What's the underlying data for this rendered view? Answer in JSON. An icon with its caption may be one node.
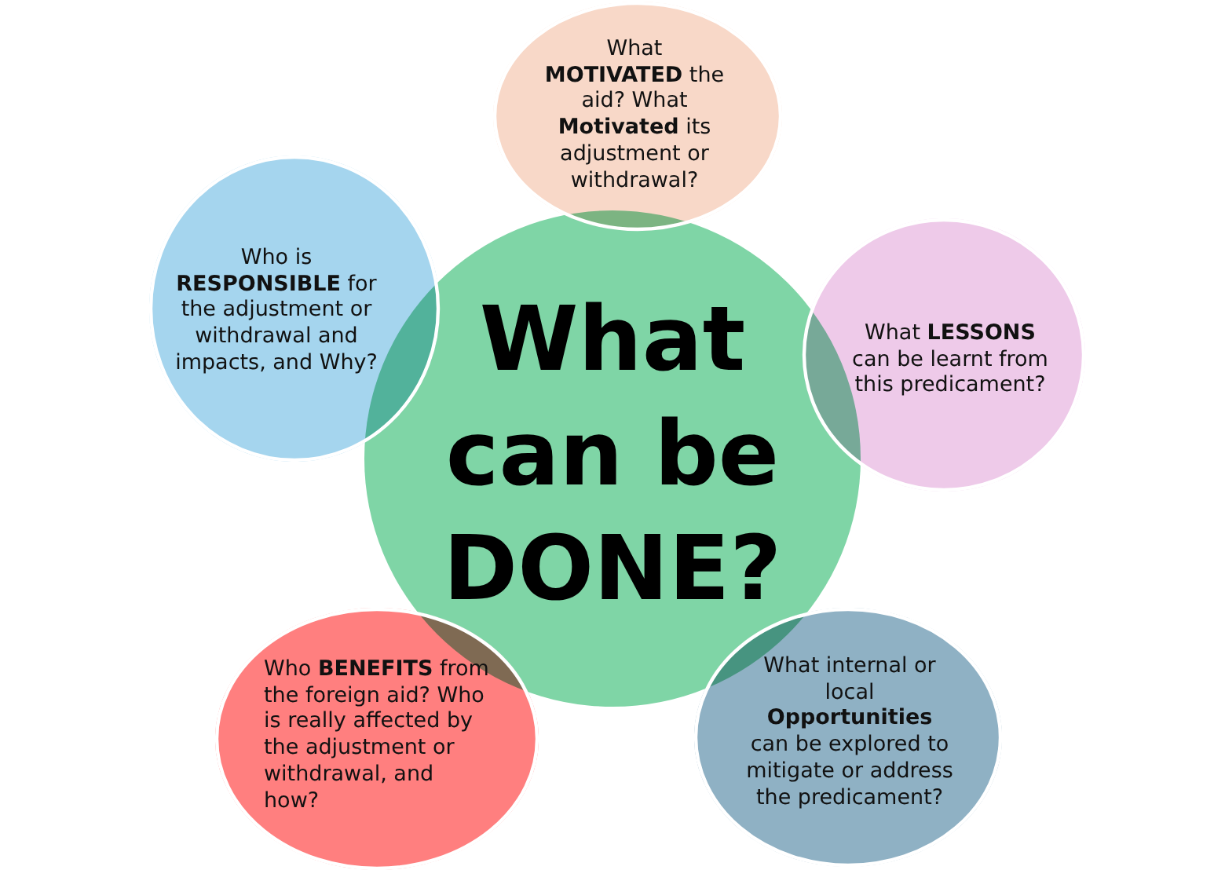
{
  "diagram": {
    "nodes": [
      {
        "text": [
          "What **MOTIVATED** the aid? What **Motivated** its adjustment or withdrawal?"
        ]
      },
      {
        "text": [
          "Who is **RESPONSIBLE** for the adjustment or withdrawal and impacts, and Why?"
        ]
      },
      {
        "text": [
          "What can be DONE?"
        ]
      },
      {
        "text": [
          "What **LESSONS** can be learnt from this predicament?"
        ]
      },
      {
        "text": [
          "Who **BENEFITS** from the foreign aid? Who is really affected by the adjustment or withdrawal, and how?"
        ]
      },
      {
        "text": [
          "What internal or local **Opportunities** can be explored to mitigate or address the predicament?"
        ]
      }
    ]
  }
}
